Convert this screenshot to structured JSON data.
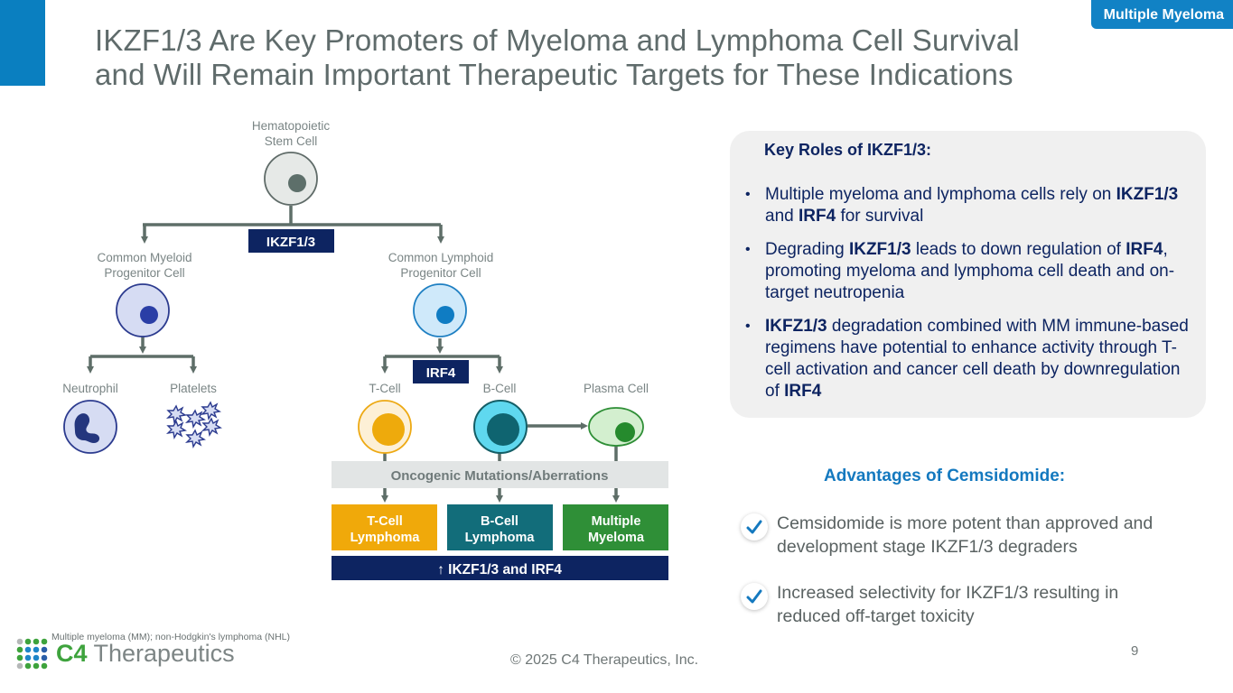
{
  "header": {
    "section_tag": "Multiple Myeloma",
    "title_line1": "IKZF1/3 Are Key Promoters of Myeloma and Lymphoma Cell Survival",
    "title_line2": "and Will Remain Important Therapeutic Targets for These Indications"
  },
  "diagram": {
    "stem_cell_line1": "Hematopoietic",
    "stem_cell_line2": "Stem Cell",
    "ikzf_label": "IKZF1/3",
    "myeloid_line1": "Common Myeloid",
    "myeloid_line2": "Progenitor Cell",
    "lymphoid_line1": "Common Lymphoid",
    "lymphoid_line2": "Progenitor Cell",
    "neutrophil": "Neutrophil",
    "platelets": "Platelets",
    "irf4_label": "IRF4",
    "t_cell": "T-Cell",
    "b_cell": "B-Cell",
    "plasma_cell": "Plasma Cell",
    "oncogenic_label": "Oncogenic Mutations/Aberrations",
    "t_cell_lymphoma_line1": "T-Cell",
    "t_cell_lymphoma_line2": "Lymphoma",
    "b_cell_lymphoma_line1": "B-Cell",
    "b_cell_lymphoma_line2": "Lymphoma",
    "mm_line1": "Multiple",
    "mm_line2": "Myeloma",
    "bottom_bar": "↑ IKZF1/3 and IRF4",
    "colors": {
      "navy": "#0d2461",
      "connector": "#5e6e68",
      "t_cell": "#f0a90a",
      "b_cell": "#126d7a",
      "mm": "#2f8f37",
      "oncogenic_bg": "#e2e5e5"
    }
  },
  "key_roles": {
    "title": "Key Roles of IKZF1/3:",
    "bullets": [
      {
        "pre": "Multiple myeloma and lymphoma cells rely on ",
        "b1": "IKZF1/3",
        "mid": " and ",
        "b2": "IRF4",
        "post": " for survival"
      },
      {
        "pre": "Degrading ",
        "b1": "IKZF1/3",
        "mid": " leads to down regulation of ",
        "b2": "IRF4",
        "post": ", promoting myeloma and lymphoma cell death and on-target neutropenia"
      },
      {
        "b1": "IKFZ1/3",
        "mid": " degradation combined with MM immune-based regimens have potential to enhance activity through T-cell activation and cancer cell death by downregulation of ",
        "b2": "IRF4"
      }
    ]
  },
  "advantages": {
    "title": "Advantages of Cemsidomide:",
    "items": [
      {
        "icon": "check-icon",
        "text": "Cemsidomide is more potent than approved and development stage IKZF1/3 degraders"
      },
      {
        "icon": "check-icon",
        "text": "Increased selectivity for IKZF1/3 resulting in reduced off-target toxicity"
      }
    ]
  },
  "footer": {
    "footnote": "Multiple myeloma (MM); non-Hodgkin's lymphoma (NHL)",
    "logo_bold": "C4",
    "logo_text": " Therapeutics",
    "copyright": "© 2025 C4 Therapeutics, Inc.",
    "page_number": "9"
  }
}
